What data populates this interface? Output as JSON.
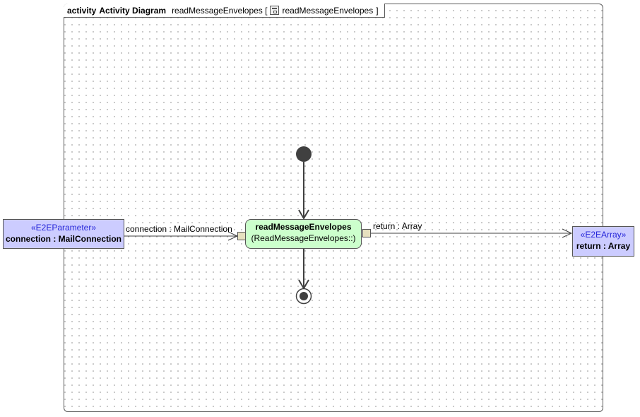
{
  "frame": {
    "kind": "activity",
    "diagram_type": "Activity Diagram",
    "name": "readMessageEnvelopes [",
    "behavior": "readMessageEnvelopes",
    "close": "]",
    "icon": "activity-diagram-icon"
  },
  "input_parameter": {
    "stereotype": "«E2EParameter»",
    "name": "connection : MailConnection"
  },
  "output_parameter": {
    "stereotype": "«E2EArray»",
    "name": "return : Array"
  },
  "action": {
    "name": "readMessageEnvelopes",
    "type": "(ReadMessageEnvelopes::)"
  },
  "flows": {
    "input_label": "connection : MailConnection",
    "output_label": "return : Array"
  },
  "colors": {
    "parameter_fill": "#ccccff",
    "stereotype_text": "#2626d9",
    "action_fill": "#ccffcc",
    "pin_fill": "#e6e0bf",
    "node_fill": "#404040"
  }
}
